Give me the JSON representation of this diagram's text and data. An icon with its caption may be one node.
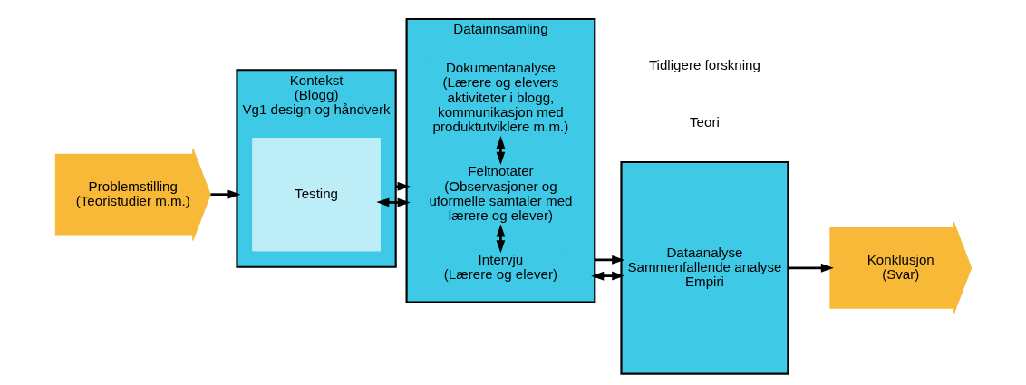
{
  "diagram": {
    "nodes": [
      {
        "text": [
          "Problemstilling",
          "(Teoristudier m.m.)"
        ]
      },
      {
        "text": [
          "Kontekst",
          "(Blogg)",
          "Vg1 design og håndverk"
        ]
      },
      {
        "text": [
          "Testing"
        ],
        "in": 1
      },
      {
        "text": [
          "Datainnsamling"
        ]
      },
      {
        "text": [
          "Intervju",
          "(Lærere og elever)"
        ],
        "in": 3
      },
      {
        "text": [
          "Feltnotater",
          "(Observasjoner og uformelle samtaler med lærere og elever)"
        ],
        "in": 3
      },
      {
        "text": [
          "Dokumentanalyse",
          "(Lærere og elevers aktiviteter i blogg, kommunikasjon med produktutviklere m.m.)"
        ],
        "in": 3
      },
      {
        "text": [
          "Dataanalyse",
          "Sammenfallende analyse",
          "Empiri"
        ]
      },
      {
        "text": [
          "Konklusjon",
          "(Svar)"
        ]
      }
    ],
    "edges": [
      {
        "from": 2,
        "to": 3,
        "arrow": "both"
      },
      {
        "from": 4,
        "to": 5,
        "arrow": "both"
      },
      {
        "from": 5,
        "to": 6,
        "arrow": "both"
      },
      {
        "from": 3,
        "to": 7,
        "arrow": "both"
      },
      {
        "from": 0,
        "to": 1,
        "arrow": "to"
      },
      {
        "from": 1,
        "to": 3,
        "arrow": "to"
      },
      {
        "from": 3,
        "to": 7,
        "arrow": "to"
      },
      {
        "from": 7,
        "to": 8,
        "arrow": "to"
      }
    ],
    "labels": [
      "Teori",
      "Tidligere forskning"
    ]
  }
}
